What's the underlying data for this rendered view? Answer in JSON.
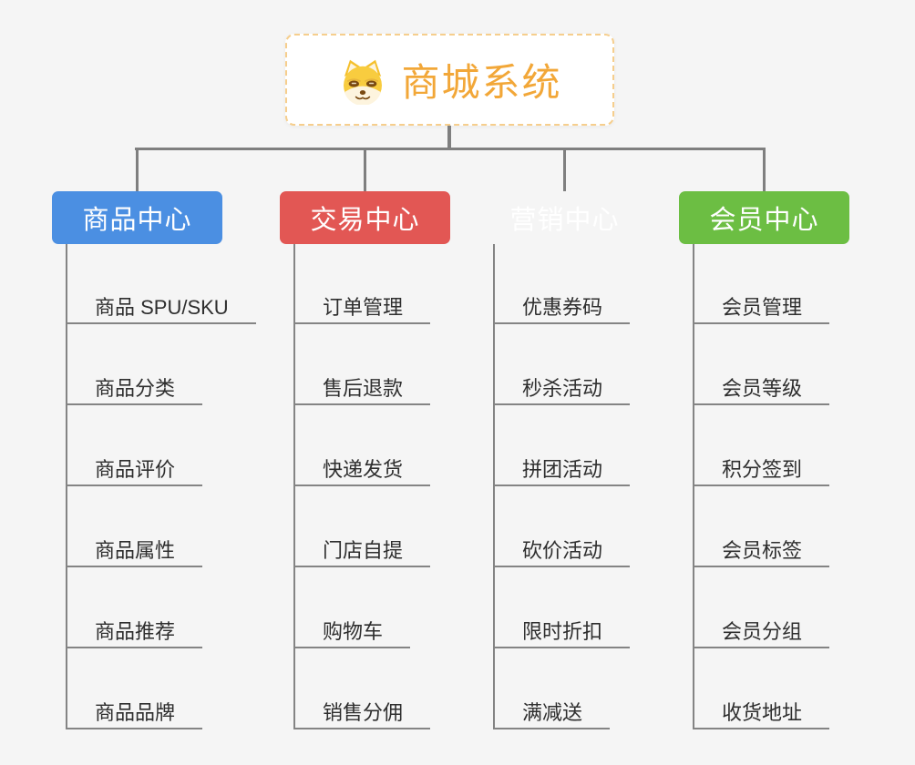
{
  "root": {
    "title": "商城系统",
    "title_color": "#f2a738",
    "border_color": "#f6ce8d",
    "icon": "doge-icon"
  },
  "connector_color": "#7f7f7f",
  "branches": [
    {
      "label": "商品中心",
      "color": "#4b8fe2",
      "children": [
        "商品 SPU/SKU",
        "商品分类",
        "商品评价",
        "商品属性",
        "商品推荐",
        "商品品牌"
      ]
    },
    {
      "label": "交易中心",
      "color": "#e25754",
      "children": [
        "订单管理",
        "售后退款",
        "快递发货",
        "门店自提",
        "购物车",
        "销售分佣"
      ]
    },
    {
      "label": "营销中心",
      "color": "#ebа93d",
      "children": [
        "优惠券码",
        "秒杀活动",
        "拼团活动",
        "砍价活动",
        "限时折扣",
        "满减送"
      ]
    },
    {
      "label": "会员中心",
      "color": "#6cbe43",
      "children": [
        "会员管理",
        "会员等级",
        "积分签到",
        "会员标签",
        "会员分组",
        "收货地址"
      ]
    }
  ]
}
